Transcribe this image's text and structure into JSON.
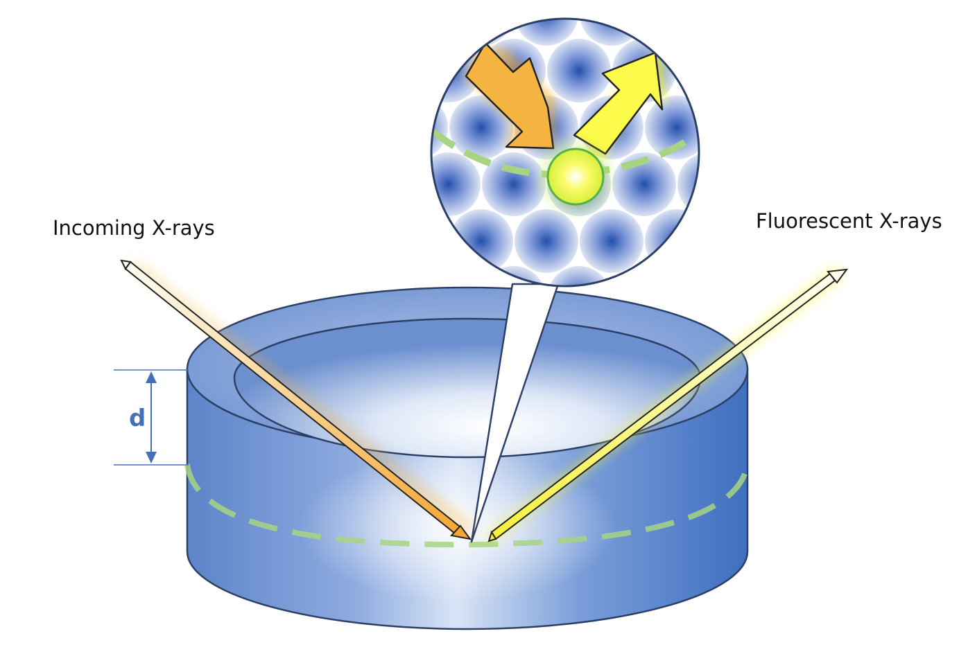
{
  "labels": {
    "incoming": "Incoming X-rays",
    "fluorescent": "Fluorescent X-rays",
    "depth": "d"
  },
  "colors": {
    "disk_blue": "#4d78c4",
    "disk_light": "#f4f8ff",
    "incoming_arrow": "#f6b640",
    "fluorescent_arrow": "#f8f63a",
    "dashed_line": "#a7d383",
    "atom_glow": "#b8e64a",
    "dimension": "#4470b8"
  },
  "icons": {
    "incoming": "orange-arrow-icon",
    "fluorescent": "yellow-arrow-icon",
    "atom": "excited-atom-icon"
  }
}
